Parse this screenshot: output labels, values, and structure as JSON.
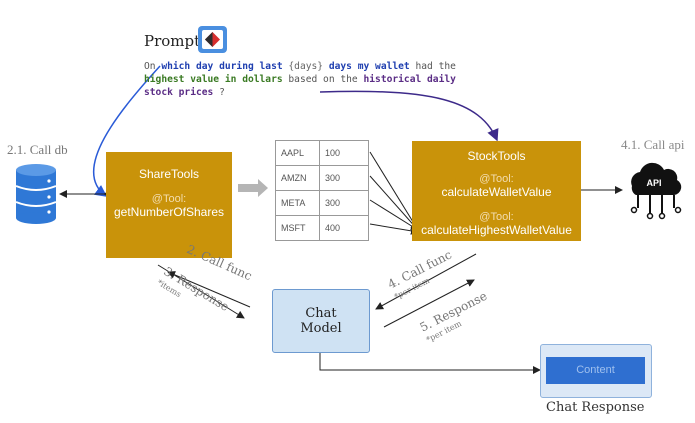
{
  "prompt": {
    "title": "Prompt",
    "logo_icon": "copilot-cube-icon",
    "segments": [
      {
        "text": "On ",
        "style": "plain"
      },
      {
        "text": "which day during last ",
        "style": "blue"
      },
      {
        "text": "{days}",
        "style": "gray"
      },
      {
        "text": " days my wallet",
        "style": "blue"
      },
      {
        "text": " had the ",
        "style": "plain"
      },
      {
        "text": "highest value in dollars",
        "style": "green"
      },
      {
        "text": " based on the ",
        "style": "plain"
      },
      {
        "text": "historical daily stock prices",
        "style": "purple"
      },
      {
        "text": " ?",
        "style": "plain"
      }
    ]
  },
  "share_tools": {
    "title": "ShareTools",
    "tag": "@Tool:",
    "function": "getNumberOfShares"
  },
  "stock_tools": {
    "title": "StockTools",
    "tag1": "@Tool:",
    "function1": "calculateWalletValue",
    "tag2": "@Tool:",
    "function2": "calculateHighestWalletValue"
  },
  "shares_table": [
    {
      "ticker": "AAPL",
      "shares": "100"
    },
    {
      "ticker": "AMZN",
      "shares": "300"
    },
    {
      "ticker": "META",
      "shares": "300"
    },
    {
      "ticker": "MSFT",
      "shares": "400"
    }
  ],
  "chat_model": {
    "line1": "Chat",
    "line2": "Model"
  },
  "labels": {
    "call_db": "2.1. Call db",
    "call_api": "4.1. Call api",
    "call_func_2": "2. Call func",
    "response_3": "3. Response",
    "response_3_note": "*items",
    "call_func_4": "4. Call func",
    "call_func_4_note": "*per item",
    "response_5": "5. Response",
    "response_5_note": "*per item"
  },
  "api_cloud": {
    "label": "API",
    "icon": "api-cloud-icon"
  },
  "database_icon": "database-icon",
  "chat_response": {
    "content": "Content",
    "label": "Chat Response"
  },
  "colors": {
    "tool_box": "#c9930a",
    "chat_model_fill": "#cfe2f3",
    "content_bar": "#2f6fd0",
    "prompt_arrow_blue": "#2a5bd7",
    "prompt_arrow_purple": "#3d2a8a"
  }
}
